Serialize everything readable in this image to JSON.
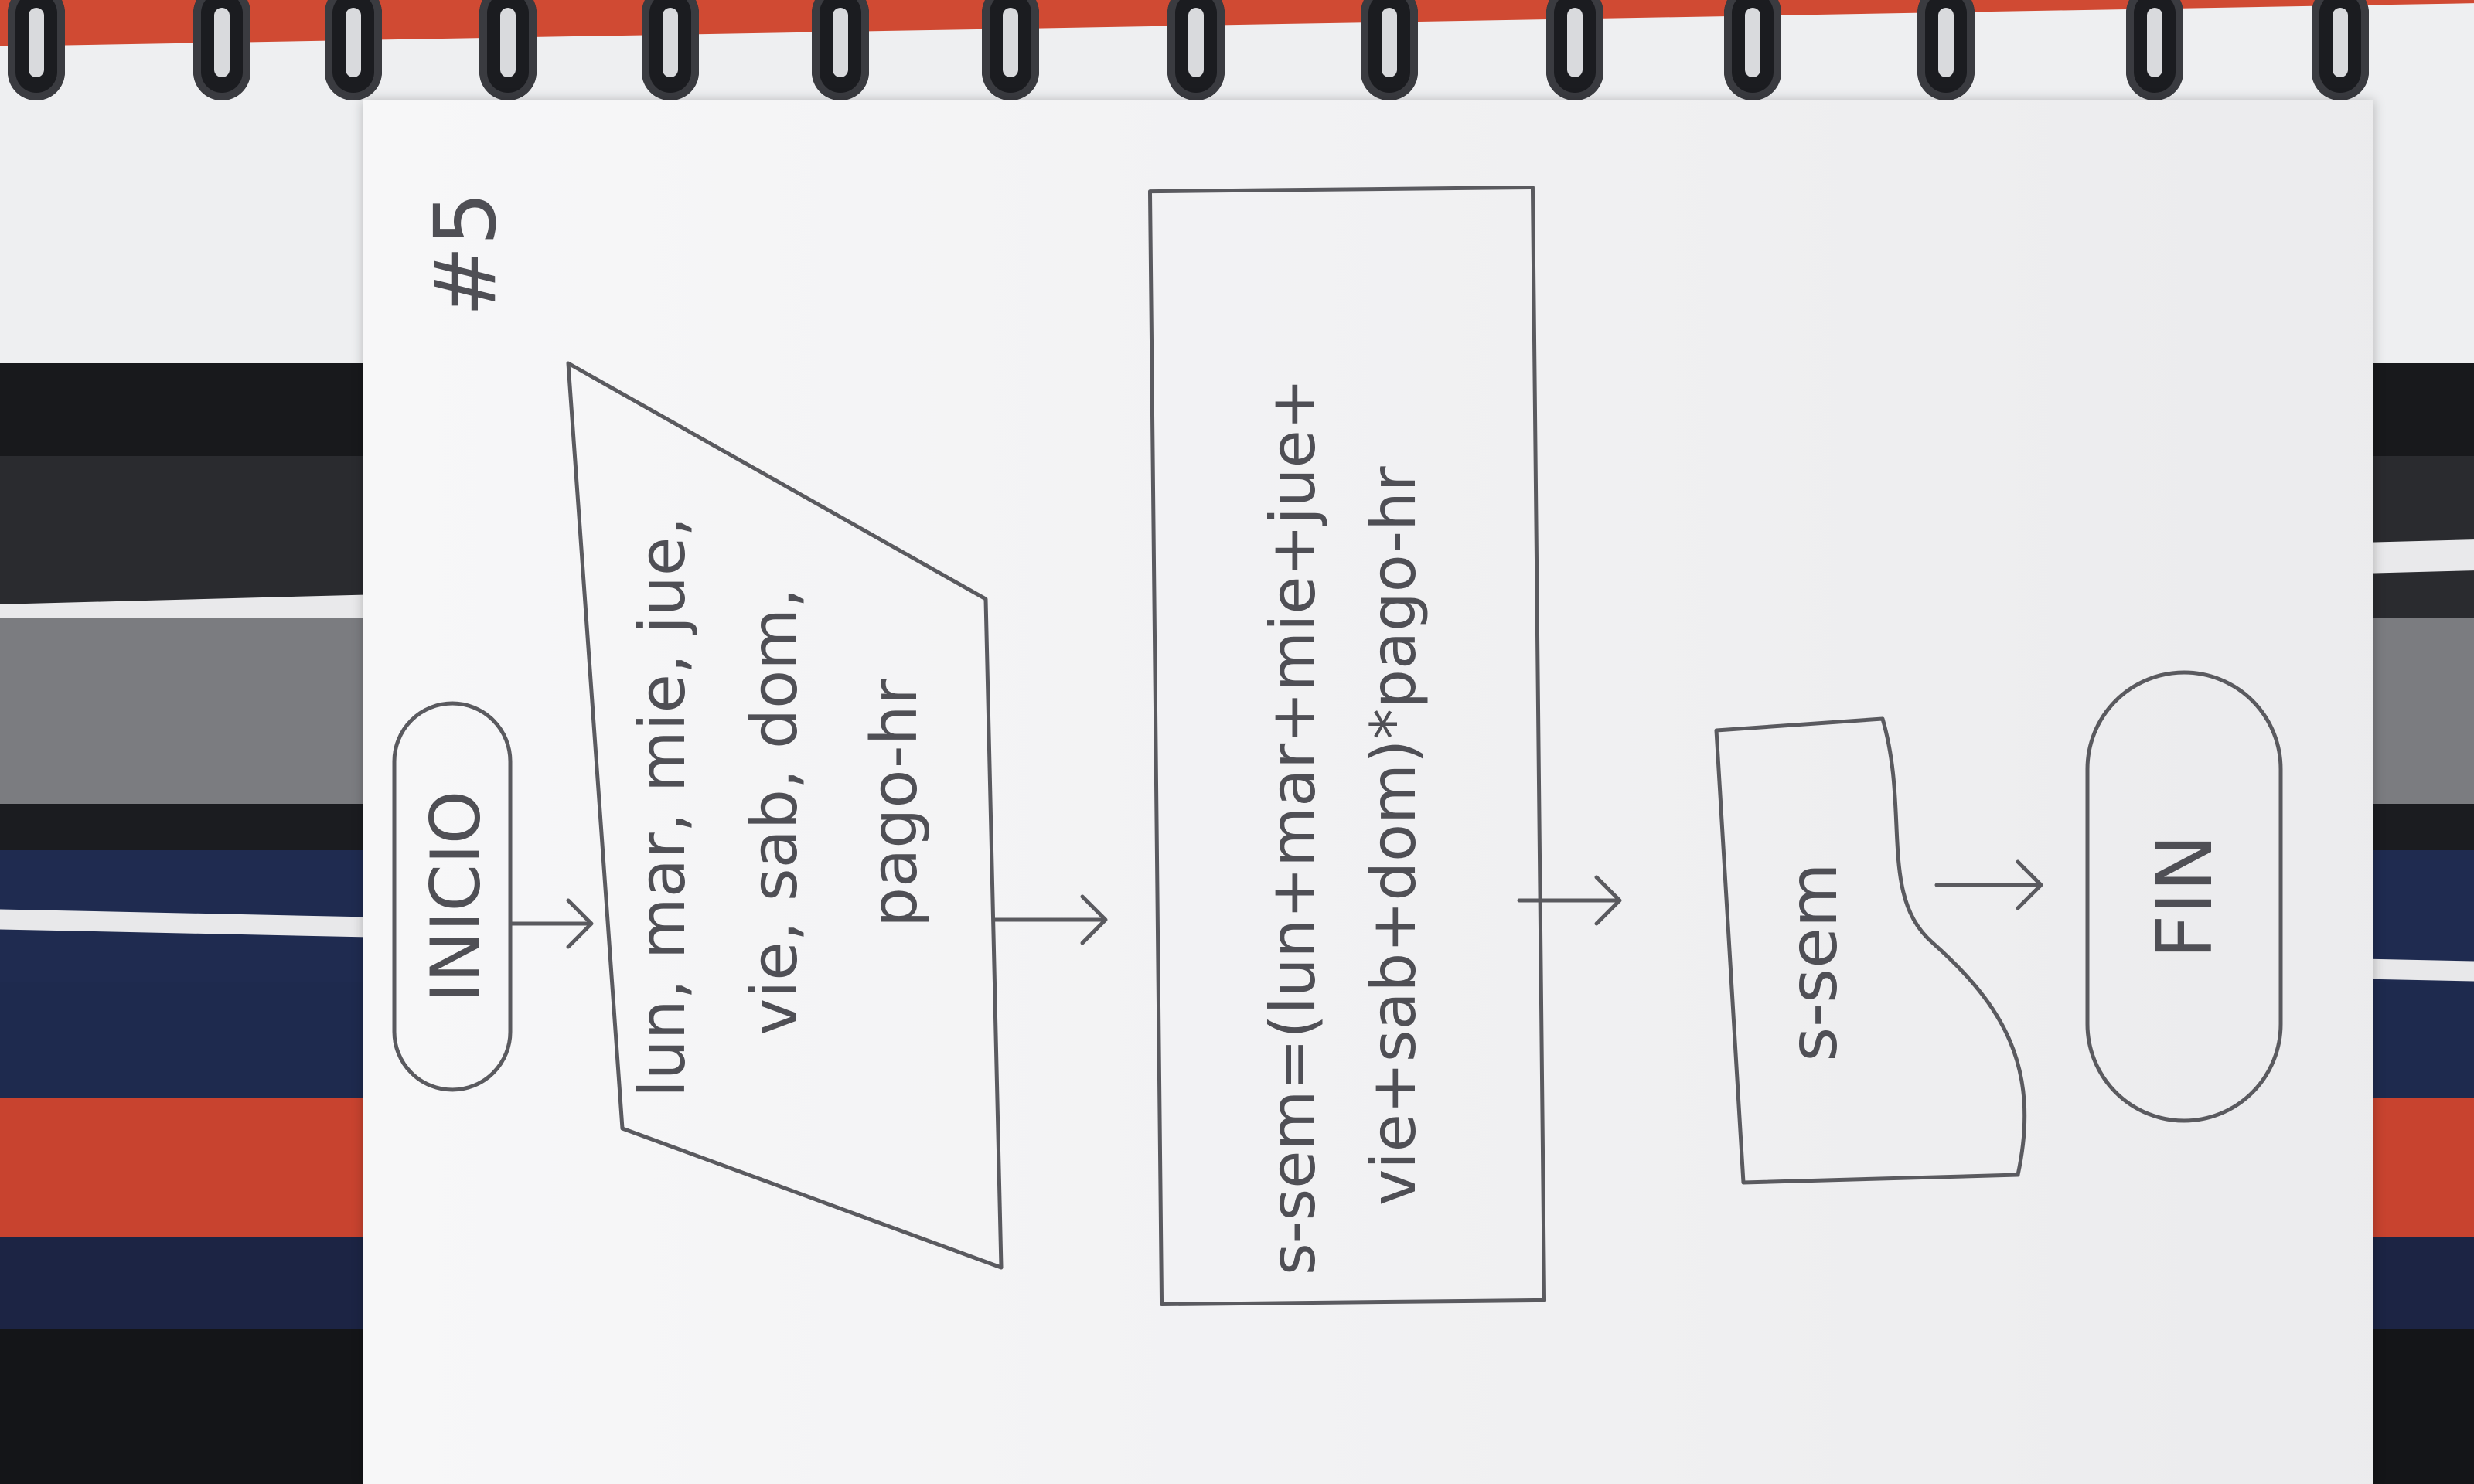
{
  "page_number": "#5",
  "flowchart": {
    "start": "INICIO",
    "input_lines": [
      "lun, mar, mie, jue,",
      "vie, sab, dom,",
      "pago-hr"
    ],
    "process_lines": [
      "s-sem=(lun+mar+mie+jue+",
      "vie+sab+dom)*pago-hr"
    ],
    "output": "s-sem",
    "end": "FIN"
  },
  "colors": {
    "pencil": "#5a5a5f",
    "paper": "#f3f3f5"
  }
}
